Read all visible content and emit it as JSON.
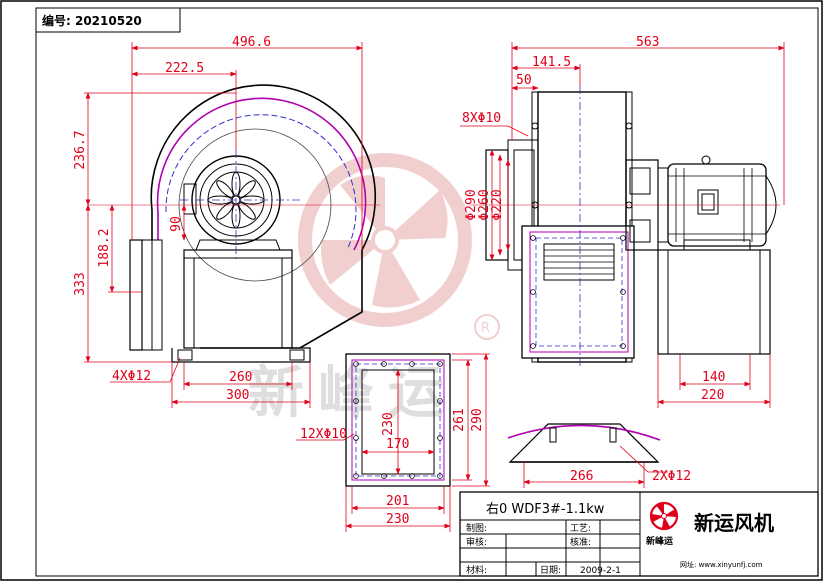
{
  "header": {
    "serial": "编号: 20210520"
  },
  "dims": {
    "front_width": "496.6",
    "front_half": "222.5",
    "front_top": "236.7",
    "front_bottom": "333",
    "front_outlet_h": "188.2",
    "front_90": "90",
    "front_holes": "4XΦ12",
    "front_260": "260",
    "front_300": "300",
    "side_total": "563",
    "side_141": "141.5",
    "side_50": "50",
    "side_bolts": "8XΦ10",
    "side_290": "Φ290",
    "side_260": "Φ260",
    "side_220": "Φ220",
    "side_140": "140",
    "side_220w": "220",
    "flange_holes": "12XΦ10",
    "flange_230v": "230",
    "flange_170": "170",
    "flange_261": "261",
    "flange_290": "290",
    "flange_201": "201",
    "flange_230h": "230",
    "foot_266": "266",
    "foot_holes": "2XΦ12"
  },
  "watermark": {
    "text": "新峰运"
  },
  "title_block": {
    "model": "右0 WDF3#-1.1kw",
    "company": "新运风机",
    "logo_text": "新峰运",
    "website": "网址: www.xinyunfj.com",
    "label_draw": "制图:",
    "label_craft": "工艺:",
    "label_review": "审核:",
    "label_check": "核准:",
    "label_material": "材料:",
    "label_date": "日期:",
    "date": "2009-2-1"
  },
  "colors": {
    "dimension": "#e0001a",
    "centerline": "#2f2fd0",
    "outline": "#000000",
    "watermark": "#e8a8a8"
  }
}
